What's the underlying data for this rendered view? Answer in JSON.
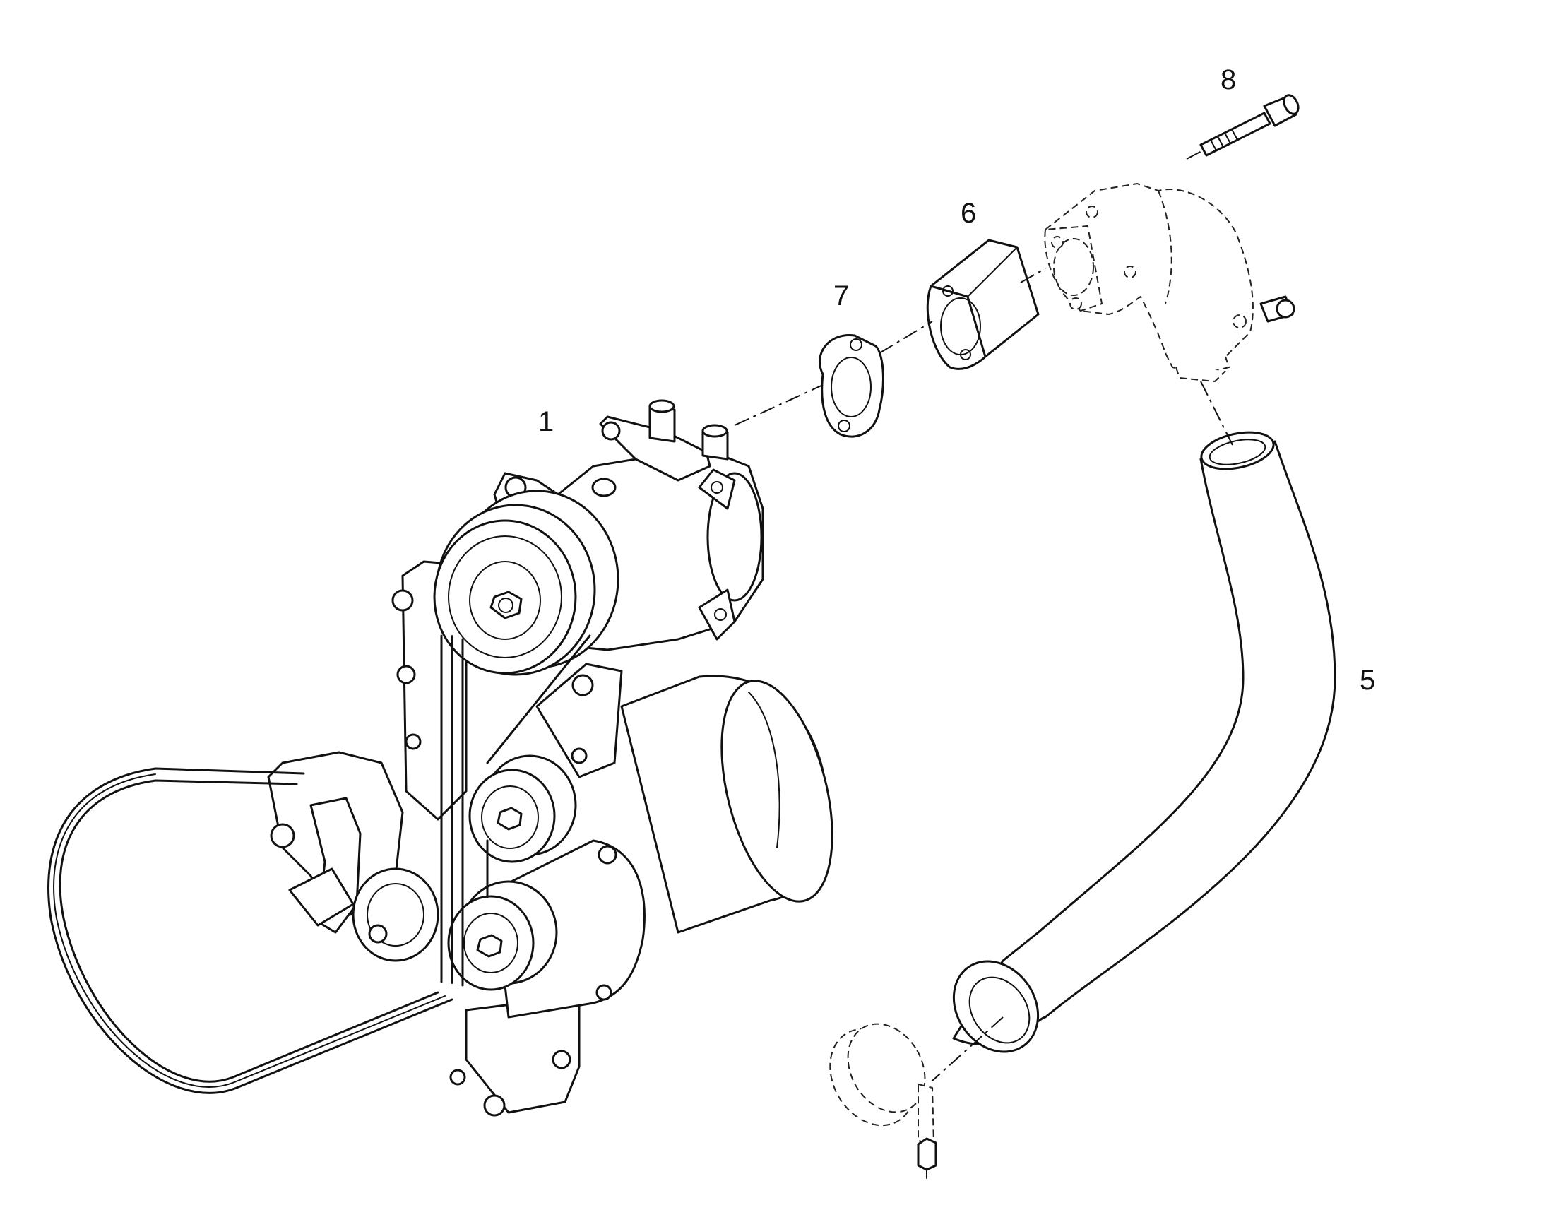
{
  "callouts": {
    "c1": "1",
    "c5": "5",
    "c6": "6",
    "c7": "7",
    "c8": "8"
  }
}
